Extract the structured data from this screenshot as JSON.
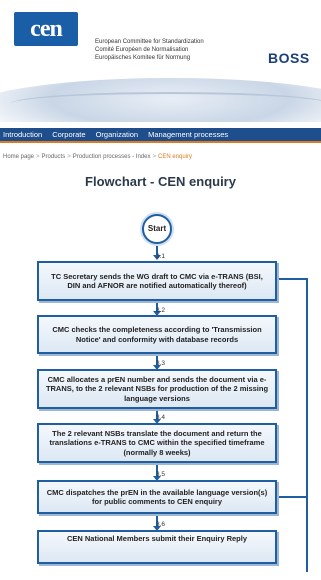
{
  "header": {
    "logo_text": "cen",
    "org_lines": [
      "European Committee for Standardization",
      "Comité Européen de Normalisation",
      "Europäisches Komitee für Normung"
    ],
    "app_name": "BOSS"
  },
  "nav": {
    "items": [
      "Introduction",
      "Corporate",
      "Organization",
      "Management processes"
    ]
  },
  "breadcrumb": {
    "items": [
      "Home page",
      "Products",
      "Production processes - Index",
      "CEN enquiry"
    ]
  },
  "page": {
    "title": "Flowchart - CEN enquiry"
  },
  "flowchart": {
    "start_label": "Start",
    "steps": [
      {
        "number": "3.1",
        "text": "TC Secretary sends the WG draft to CMC via e-TRANS (BSI, DIN and AFNOR are notified automatically thereof)"
      },
      {
        "number": "3.2",
        "text": "CMC checks the completeness according to 'Transmission Notice' and conformity with database records"
      },
      {
        "number": "3.3",
        "text": "CMC allocates a prEN number and sends the document via e-TRANS, to the 2 relevant NSBs for production of the 2 missing language versions"
      },
      {
        "number": "3.4",
        "text": "The 2 relevant NSBs translate the document and return the translations e-TRANS to CMC within the specified timeframe (normally 8 weeks)"
      },
      {
        "number": "3.5",
        "text": "CMC dispatches the prEN in the available language version(s) for public comments to CEN enquiry"
      },
      {
        "number": "3.6",
        "text": "CEN National Members submit their Enquiry Reply"
      }
    ]
  },
  "colors": {
    "nav_bg": "#1f4e8c",
    "nav_accent": "#e07a1e",
    "flow_blue": "#1f5ea3",
    "box_fill": "#dde8f4"
  }
}
